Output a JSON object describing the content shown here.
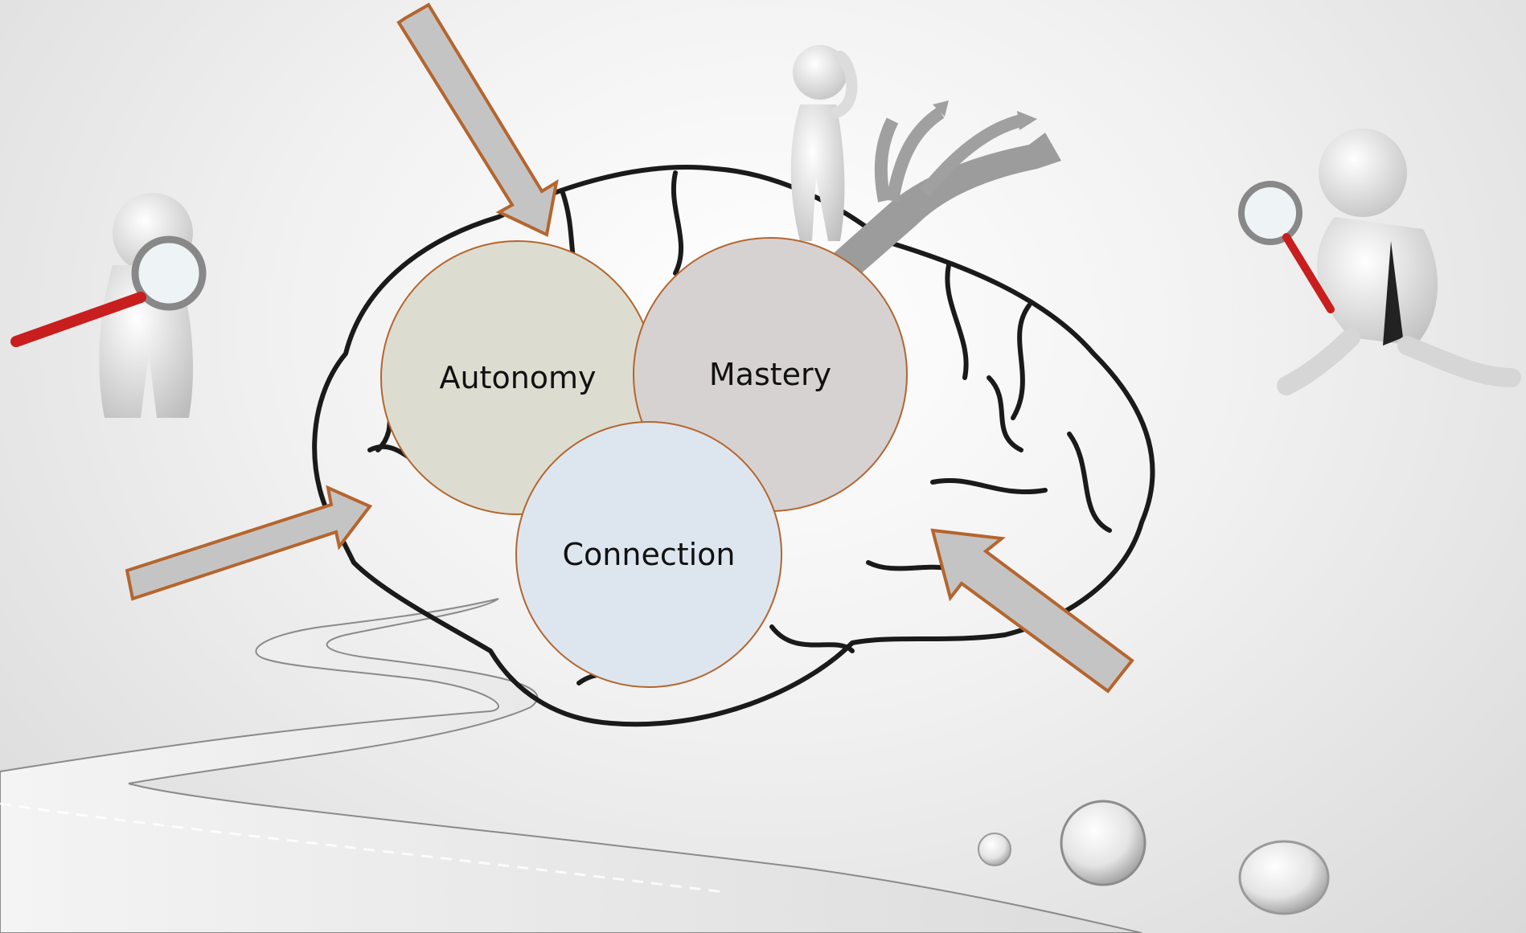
{
  "diagram": {
    "circles": [
      {
        "id": "autonomy",
        "label": "Autonomy",
        "fill": "#dcddd0",
        "stroke": "#b5652e"
      },
      {
        "id": "mastery",
        "label": "Mastery",
        "fill": "#d6d2d2",
        "stroke": "#b5652e"
      },
      {
        "id": "connection",
        "label": "Connection",
        "fill": "#dde6ef",
        "stroke": "#b5652e"
      }
    ],
    "colors": {
      "arrow_fill": "#c4c4c4",
      "arrow_stroke": "#b5652e",
      "brain_outline": "#1a1a1a",
      "figure": "#e6e6e6",
      "magnifier_handle": "#c81e1e"
    },
    "decorations": [
      "brain-outline",
      "winding-road",
      "thinking-figure-with-arrows",
      "figure-with-magnifier-left",
      "figure-with-magnifier-right",
      "water-droplets"
    ]
  }
}
